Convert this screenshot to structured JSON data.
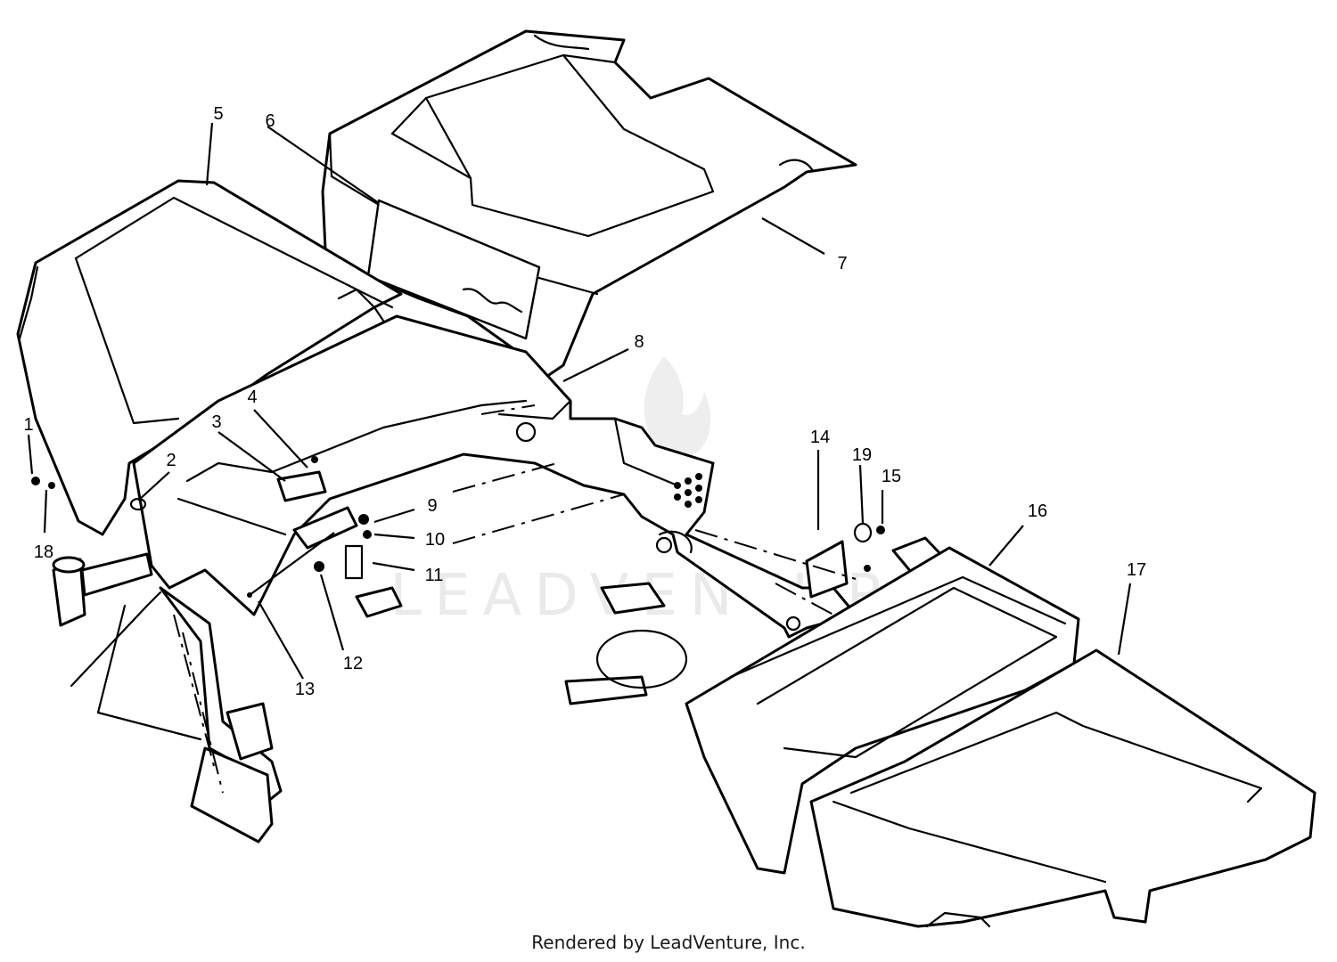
{
  "diagram": {
    "callouts": [
      {
        "id": "1",
        "label": "1"
      },
      {
        "id": "2",
        "label": "2"
      },
      {
        "id": "3",
        "label": "3"
      },
      {
        "id": "4",
        "label": "4"
      },
      {
        "id": "5",
        "label": "5"
      },
      {
        "id": "6",
        "label": "6"
      },
      {
        "id": "7",
        "label": "7"
      },
      {
        "id": "8",
        "label": "8"
      },
      {
        "id": "9",
        "label": "9"
      },
      {
        "id": "10",
        "label": "10"
      },
      {
        "id": "11",
        "label": "11"
      },
      {
        "id": "12",
        "label": "12"
      },
      {
        "id": "13",
        "label": "13"
      },
      {
        "id": "14",
        "label": "14"
      },
      {
        "id": "15",
        "label": "15"
      },
      {
        "id": "16",
        "label": "16"
      },
      {
        "id": "17",
        "label": "17"
      },
      {
        "id": "18",
        "label": "18"
      },
      {
        "id": "19",
        "label": "19"
      }
    ],
    "watermark": "LEADVENTURE",
    "credit": "Rendered by LeadVenture, Inc."
  }
}
